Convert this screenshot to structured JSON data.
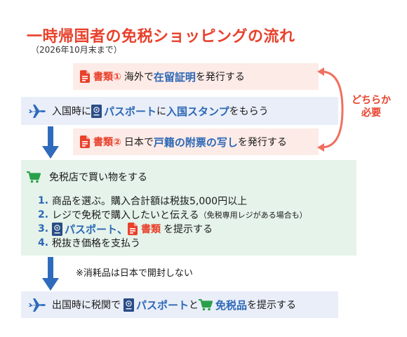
{
  "title": "一時帰国者の免税ショッピングの流れ",
  "subtitle": "（2026年10月末まで）",
  "step1": {
    "label": "書類①",
    "text1": "海外で",
    "highlight": "在留証明",
    "text2": "を発行する"
  },
  "step2": {
    "text1": "入国時に",
    "passport": "パスポート",
    "text2": "に",
    "highlight": "入国スタンプ",
    "text3": "をもらう"
  },
  "step3": {
    "label": "書類②",
    "text1": "日本で",
    "highlight": "戸籍の附票の写し",
    "text2": "を発行する"
  },
  "either": {
    "line1": "どちらか",
    "line2": "必要"
  },
  "shop": {
    "heading": "免税店で買い物をする",
    "items": [
      {
        "num": "1.",
        "text": "商品を選ぶ。購入合計額は税抜5,000円以上"
      },
      {
        "num": "2.",
        "text": "レジで免税で購入したいと伝える",
        "small": "（免税専用レジがある場合も）"
      },
      {
        "num": "3.",
        "passport": "パスポート",
        "sep": "、",
        "doc": "書類",
        "text": "を提示する"
      },
      {
        "num": "4.",
        "text": "税抜き価格を支払う"
      }
    ]
  },
  "note": "※消耗品は日本で開封しない",
  "depart": {
    "text1": "出国時に税関で",
    "passport": "パスポート",
    "text2": "と",
    "item": "免税品",
    "text3": "を提示する"
  },
  "colors": {
    "accent_red": "#e8412c",
    "accent_blue": "#2d68b6",
    "pink_bg": "#fdebe7",
    "blue_bg": "#e9eef8",
    "green_bg": "#e5f3ea",
    "arrow_blue": "#2f6bbd",
    "cart_green": "#2aa04a"
  }
}
